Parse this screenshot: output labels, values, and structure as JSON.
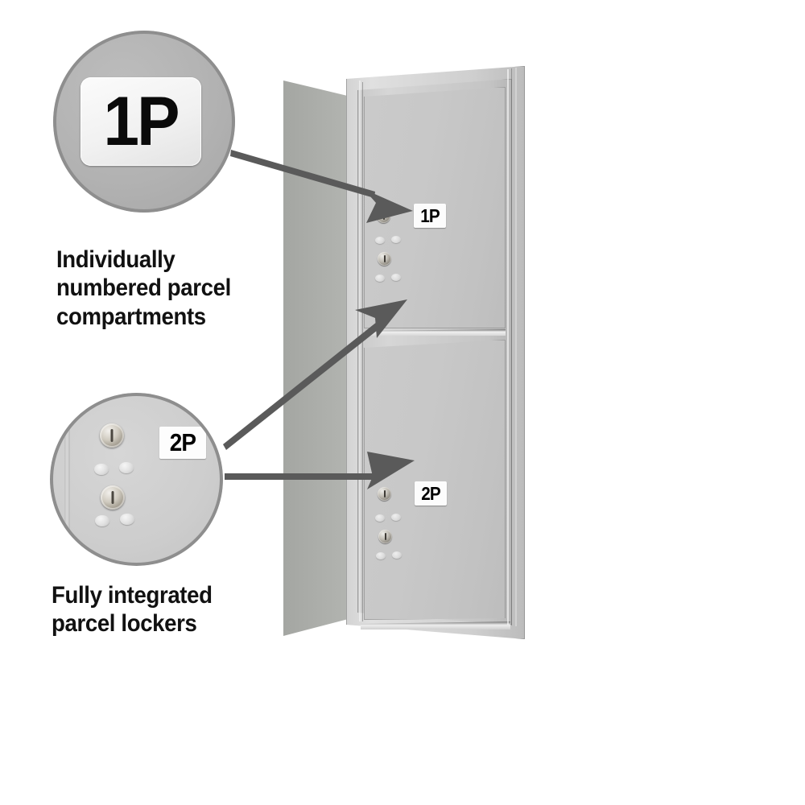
{
  "product": {
    "type": "parcel-locker-mailbox-unit",
    "finish_color": "#c3c3c3",
    "side_color": "#a8aaa6"
  },
  "callouts": [
    {
      "id": "callout-1",
      "magnified_label": "1P",
      "caption": "Individually\nnumbered parcel\ncompartments",
      "circle_fill": "#b2b2b2",
      "circle_border": "#8e8e8e"
    },
    {
      "id": "callout-2",
      "magnified_label": "2P",
      "caption": "Fully integrated\nparcel lockers",
      "circle_fill": "#cdcdcd",
      "circle_border": "#8e8e8e"
    }
  ],
  "cabinet": {
    "doors": [
      {
        "name": "upper-parcel-door",
        "label": "1P",
        "locks": 2,
        "rivets": 4
      },
      {
        "name": "lower-parcel-door",
        "label": "2P",
        "locks": 2,
        "rivets": 4
      }
    ]
  },
  "arrows": {
    "color": "#5a5a5a",
    "items": [
      {
        "name": "arrow-to-1p-door",
        "from": "callout-1",
        "to": "upper-door-lock"
      },
      {
        "name": "arrow-to-door-seam",
        "from": "callout-2",
        "to": "door-seam"
      },
      {
        "name": "arrow-to-2p-door",
        "from": "callout-2",
        "to": "lower-door-face"
      }
    ]
  }
}
